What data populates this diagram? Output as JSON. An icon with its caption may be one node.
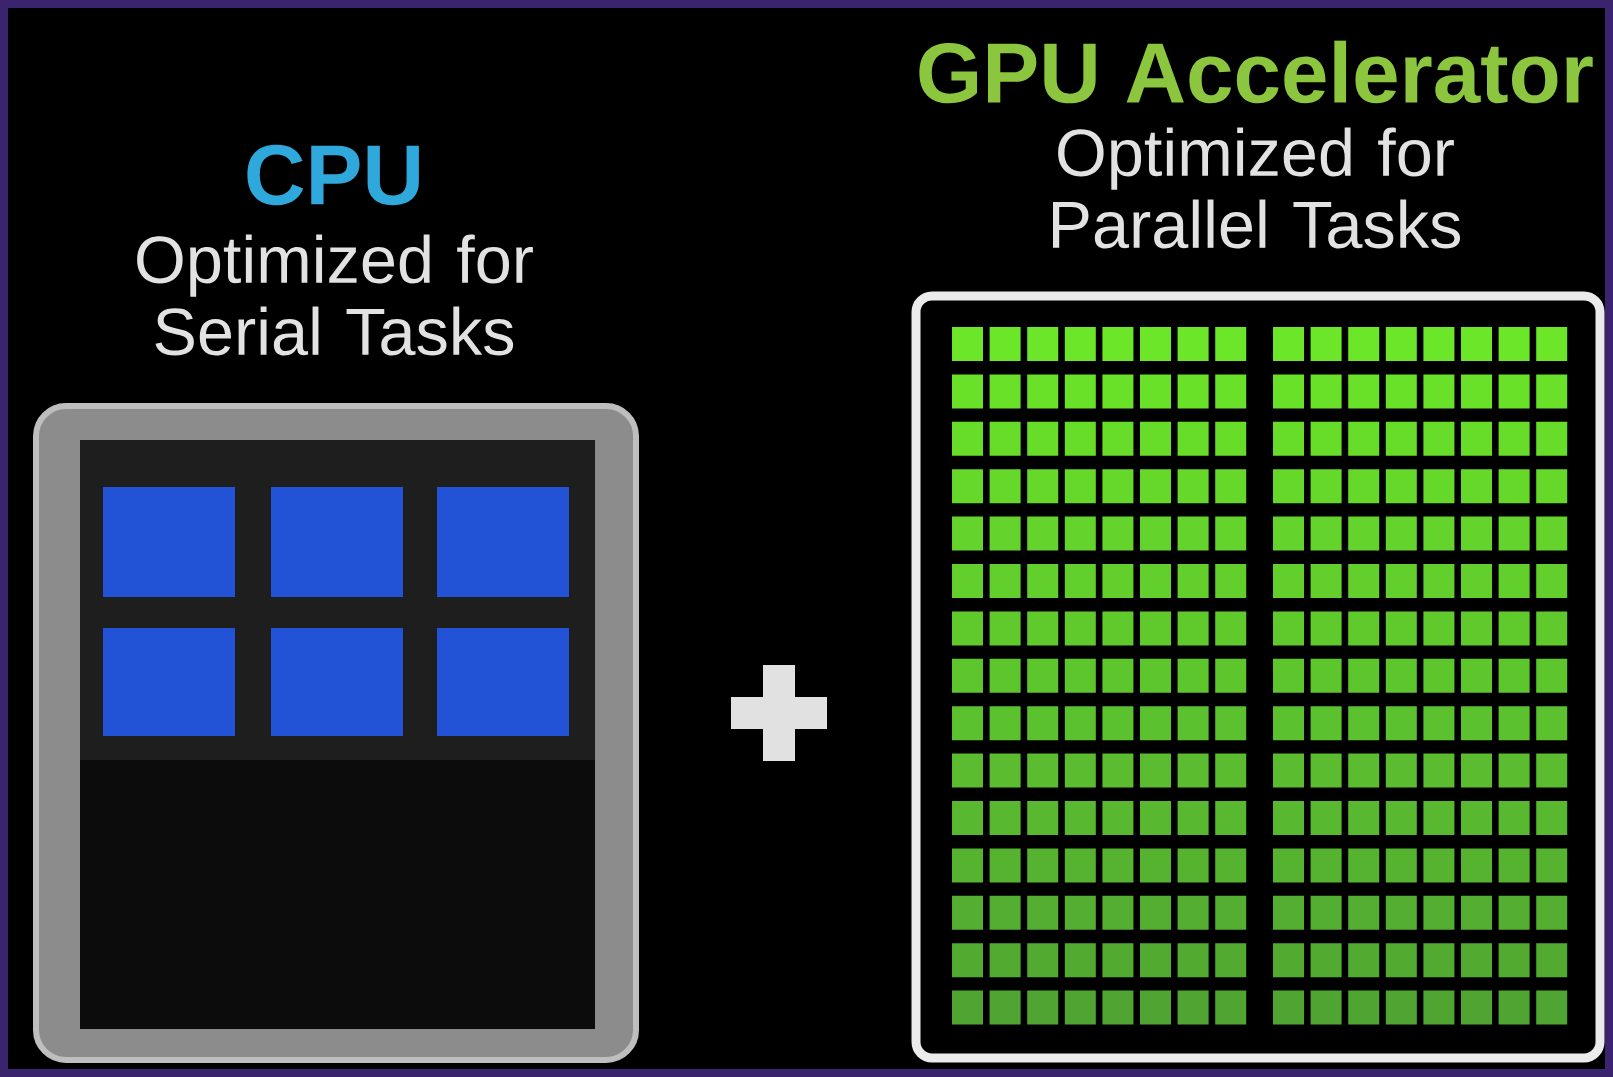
{
  "diagram": {
    "nodes": [
      {
        "text": [
          "CPU",
          "Optimized for Serial Tasks"
        ]
      },
      {
        "text": [
          "GPU Accelerator",
          "Optimized for Parallel Tasks"
        ]
      }
    ]
  }
}
